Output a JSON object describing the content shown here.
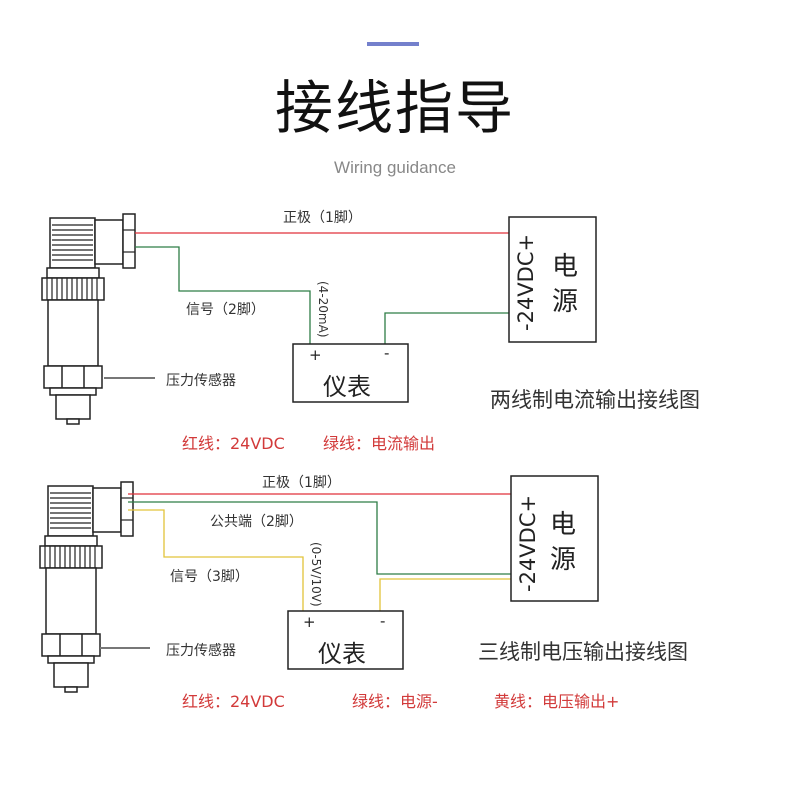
{
  "header": {
    "title": "接线指导",
    "subtitle": "Wiring guidance",
    "accent_color": "#7480cc"
  },
  "wire_colors": {
    "red": "#e0313a",
    "green": "#2e7d46",
    "yellow": "#e2c33a"
  },
  "diagrams": [
    {
      "id": "two-wire",
      "caption": "两线制电流输出接线图",
      "sensor_label": "压力传感器",
      "wires": [
        {
          "label": "正极（1脚）",
          "color": "red"
        },
        {
          "label": "信号（2脚）",
          "color": "green"
        }
      ],
      "signal_range": "(4-20mA)",
      "meter": {
        "label": "仪表",
        "plus": "+",
        "minus": "-"
      },
      "power": {
        "terminal": "-24VDC+",
        "label_1": "电",
        "label_2": "源"
      },
      "legend": [
        {
          "text": "红线：24VDC"
        },
        {
          "text": "绿线：电流输出"
        }
      ]
    },
    {
      "id": "three-wire",
      "caption": "三线制电压输出接线图",
      "sensor_label": "压力传感器",
      "wires": [
        {
          "label": "正极（1脚）",
          "color": "red"
        },
        {
          "label": "公共端（2脚）",
          "color": "green"
        },
        {
          "label": "信号（3脚）",
          "color": "yellow"
        }
      ],
      "signal_range": "(0-5V/10V)",
      "meter": {
        "label": "仪表",
        "plus": "+",
        "minus": "-"
      },
      "power": {
        "terminal": "-24VDC+",
        "label_1": "电",
        "label_2": "源"
      },
      "legend": [
        {
          "text": "红线：24VDC"
        },
        {
          "text": "绿线：电源-"
        },
        {
          "text": "黄线：电压输出+"
        }
      ]
    }
  ]
}
